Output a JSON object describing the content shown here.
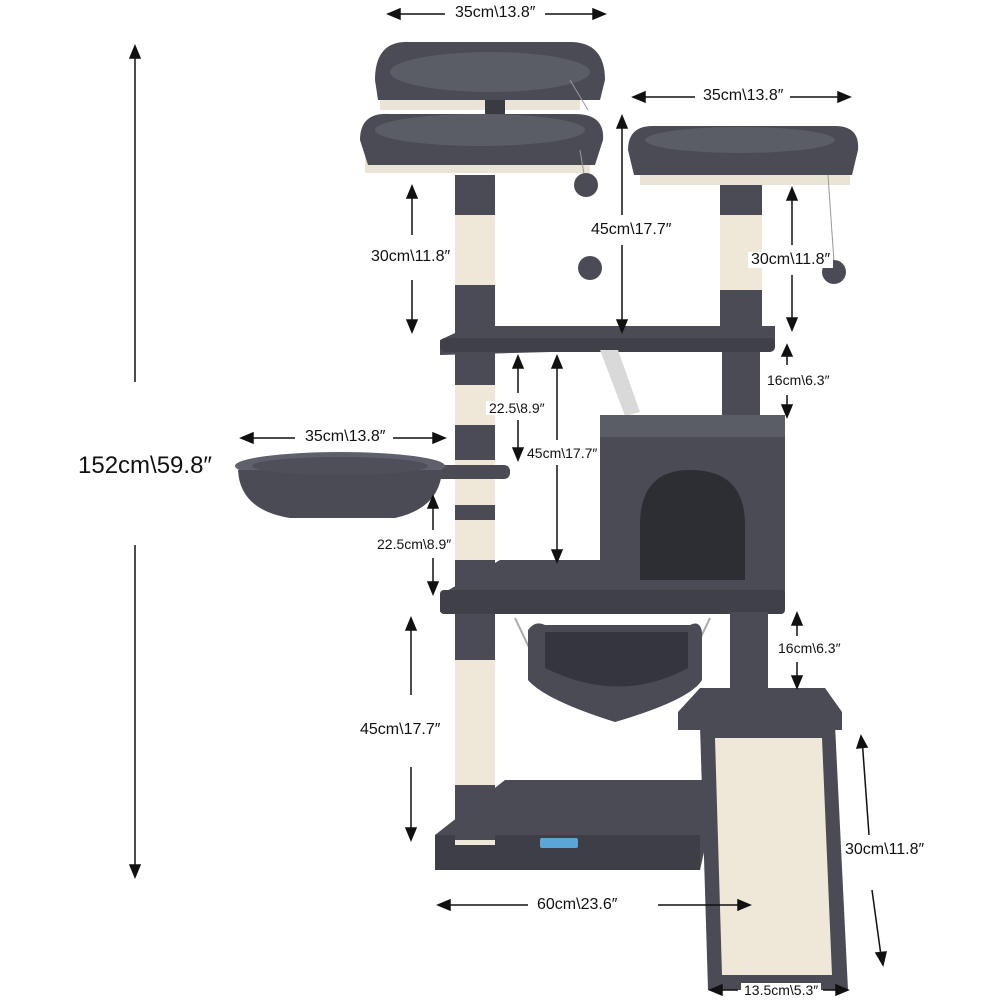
{
  "product": {
    "name": "Cat tree with dimension callouts",
    "colors": {
      "plush": "#4a4b55",
      "plush_light": "#5e606b",
      "plush_dark": "#34353c",
      "sisal": "#efe8d8",
      "sisal_stripe": "#e2d8c2",
      "arrow": "#111111",
      "background": "#ffffff",
      "tag": "#5aa6d8"
    }
  },
  "dimensions": {
    "total_height": "152cm\\59.8″",
    "top_perch_width": "35cm\\13.8″",
    "right_perch_width": "35cm\\13.8″",
    "top_post_height": "30cm\\11.8″",
    "right_post_height": "30cm\\11.8″",
    "center_span": "45cm\\17.7″",
    "platform_gap_upper": "16cm\\6.3″",
    "left_basket_width": "35cm\\13.8″",
    "upper_mid_post": "22.5\\8.9″",
    "mid_span": "45cm\\17.7″",
    "lower_mid_post": "22.5cm\\8.9″",
    "platform_gap_lower": "16cm\\6.3″",
    "base_post_height": "45cm\\17.7″",
    "ramp_height": "30cm\\11.8″",
    "base_width": "60cm\\23.6″",
    "ramp_width": "13.5cm\\5.3″"
  }
}
